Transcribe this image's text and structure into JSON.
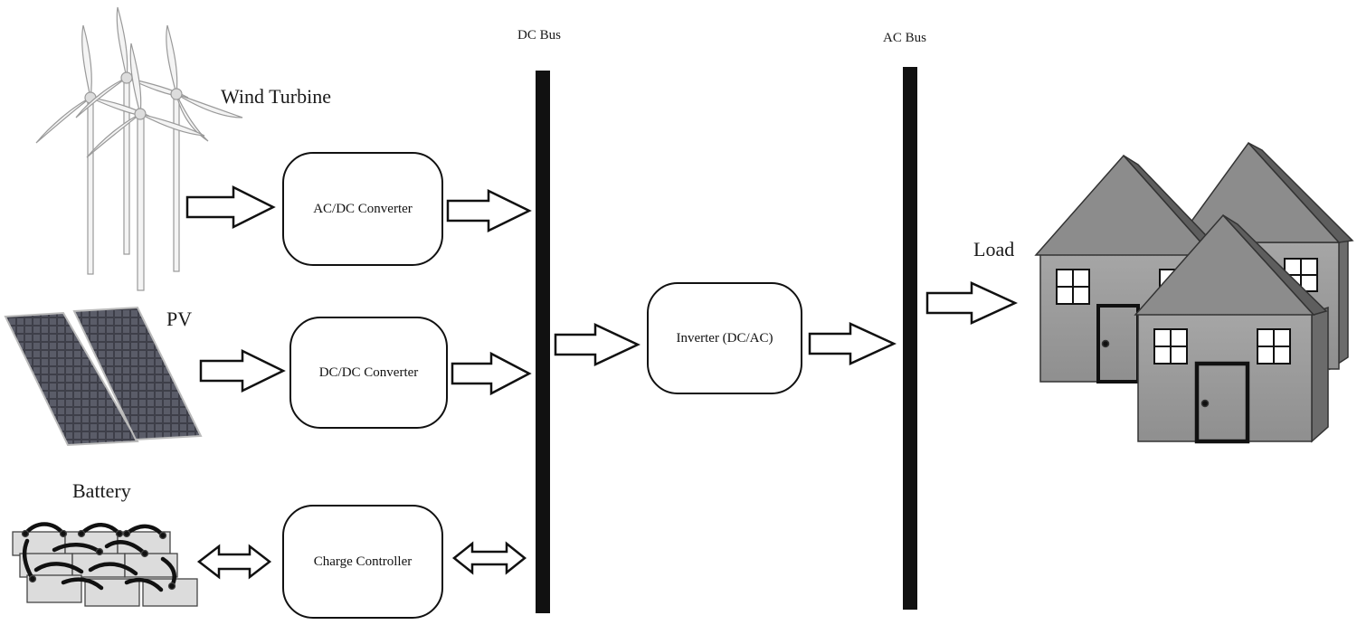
{
  "labels": {
    "wind_turbine": "Wind Turbine",
    "pv": "PV",
    "battery": "Battery",
    "dc_bus": "DC Bus",
    "ac_bus": "AC Bus",
    "load": "Load"
  },
  "boxes": {
    "acdc": "AC/DC Converter",
    "dcdc": "DC/DC Converter",
    "charge": "Charge Controller",
    "inverter": "Inverter (DC/AC)"
  },
  "colors": {
    "bus": "#111111",
    "house_wall": "#9b9b9b",
    "house_roof": "#8a8a8a",
    "house_side": "#6e6e6e",
    "panel": "#3c3c44",
    "battery": "#d0d0d0"
  }
}
